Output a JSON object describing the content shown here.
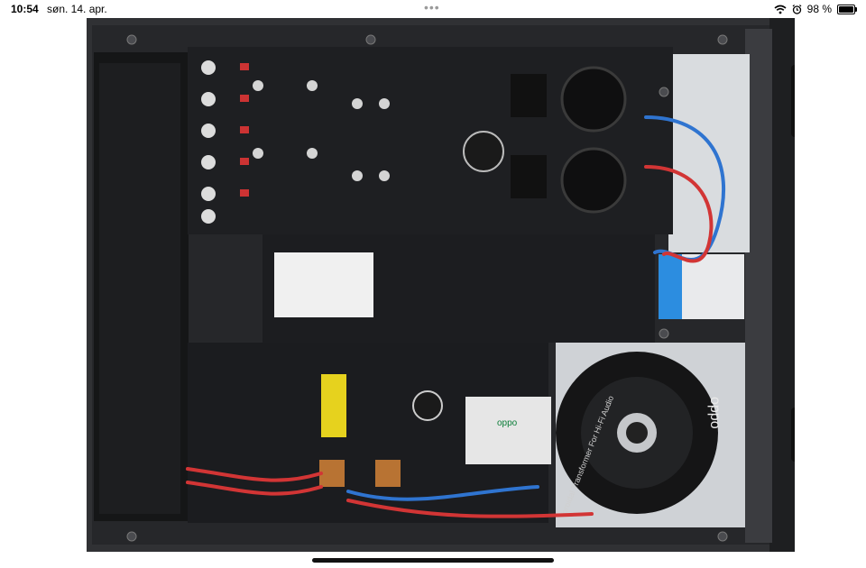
{
  "status": {
    "time": "10:54",
    "date": "søn. 14. apr.",
    "battery_text": "98 %",
    "battery_level": 0.98,
    "icons": [
      "wifi-icon",
      "alarm-icon",
      "battery-icon"
    ],
    "dots_label": "•••"
  },
  "photo": {
    "brand_logo": "oppo",
    "transformer_label": "Toroidal Transformer For Hi-Fi Audio",
    "colors": {
      "board": "#1b1c1e",
      "chassis": "#2a2b2e",
      "cable_blue": "#2f74d0",
      "cable_red": "#d23535"
    }
  }
}
